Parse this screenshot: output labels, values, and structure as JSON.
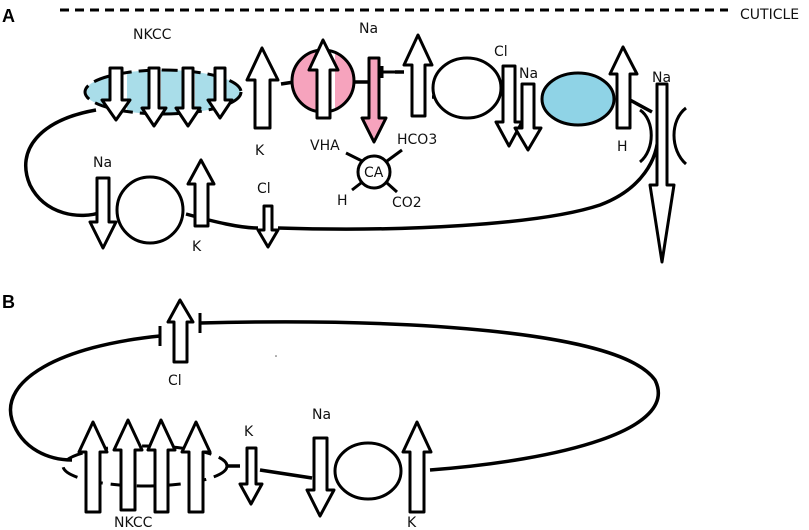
{
  "panels": {
    "a": {
      "letter": "A",
      "cuticle": "CUTICLE",
      "labels": {
        "nkcc": "NKCC",
        "k_left": "K",
        "na_top": "Na",
        "cl_top": "Cl",
        "na_mid": "Na",
        "na_right": "Na",
        "vha": "VHA",
        "hco3": "HCO3",
        "ca": "CA",
        "h_ca": "H",
        "co2": "CO2",
        "h_right": "H",
        "na_basal": "Na",
        "k_basal": "K",
        "cl_basal": "Cl"
      }
    },
    "b": {
      "letter": "B",
      "labels": {
        "cl": "Cl",
        "k_top": "K",
        "na": "Na",
        "nkcc": "NKCC",
        "k_bottom": "K"
      }
    }
  },
  "colors": {
    "nkcc_fill": "#a9dde9",
    "channel_fill": "#f6a3bd",
    "exchanger_fill": "#8fd3e6"
  }
}
